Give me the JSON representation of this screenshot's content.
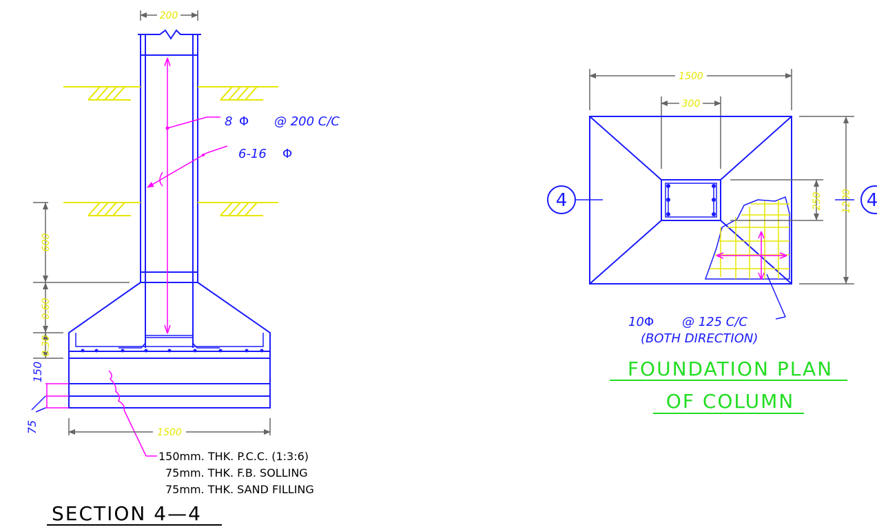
{
  "section": {
    "title": "SECTION 4—4",
    "column_width_dim": "200",
    "base_width_dim": "1500",
    "dim_600": "600",
    "dim_060": "0.60",
    "dim_030": "0.30",
    "dim_150": "150",
    "dim_75": "75",
    "rebar_stirrup": "8",
    "rebar_stirrup_spacing": "@ 200 C/C",
    "rebar_main": "6-16",
    "notes": [
      "150mm. THK. P.C.C. (1:3:6)",
      "75mm. THK. F.B. SOLLING",
      "75mm. THK. SAND FILLING"
    ]
  },
  "plan": {
    "title_line1": "FOUNDATION  PLAN",
    "title_line2": "OF  COLUMN",
    "width_dim": "1500",
    "column_dim": "300",
    "height_dim": "1200",
    "column_depth_dim": "250",
    "grid_marker": "4",
    "rebar_label": "10",
    "rebar_spacing": "@ 125 C/C",
    "rebar_direction": "(BOTH DIRECTION)"
  },
  "colors": {
    "linework": "#1a1aff",
    "dimension_text": "#e6e600",
    "rebar_leader": "#ff00ff",
    "plan_title": "#22dd22",
    "dimension_lines": "#666666"
  }
}
